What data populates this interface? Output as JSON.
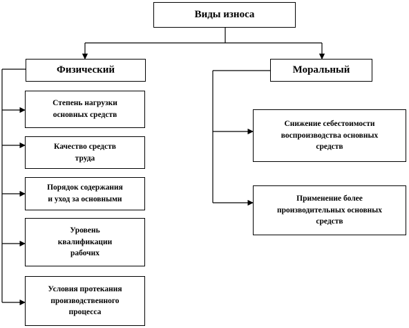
{
  "root": {
    "label": "Виды износа"
  },
  "branches": {
    "physical": {
      "label": "Физический",
      "items": [
        {
          "line1": "Степень нагрузки",
          "line2": "основных средств",
          "line3": ""
        },
        {
          "line1": "Качество средств",
          "line2": "труда",
          "line3": ""
        },
        {
          "line1": "Порядок содержания",
          "line2": "и уход  за основными",
          "line3": ""
        },
        {
          "line1": "Уровень",
          "line2": "квалификации",
          "line3": "рабочих"
        },
        {
          "line1": "Условия протекания",
          "line2": "производственного",
          "line3": "процесса"
        }
      ]
    },
    "moral": {
      "label": "Моральный",
      "items": [
        {
          "line1": "Снижение себестоимости",
          "line2": "воспроизводства основных",
          "line3": "средств"
        },
        {
          "line1": "Применение более",
          "line2": "производительных основных",
          "line3": "средств"
        }
      ]
    }
  }
}
